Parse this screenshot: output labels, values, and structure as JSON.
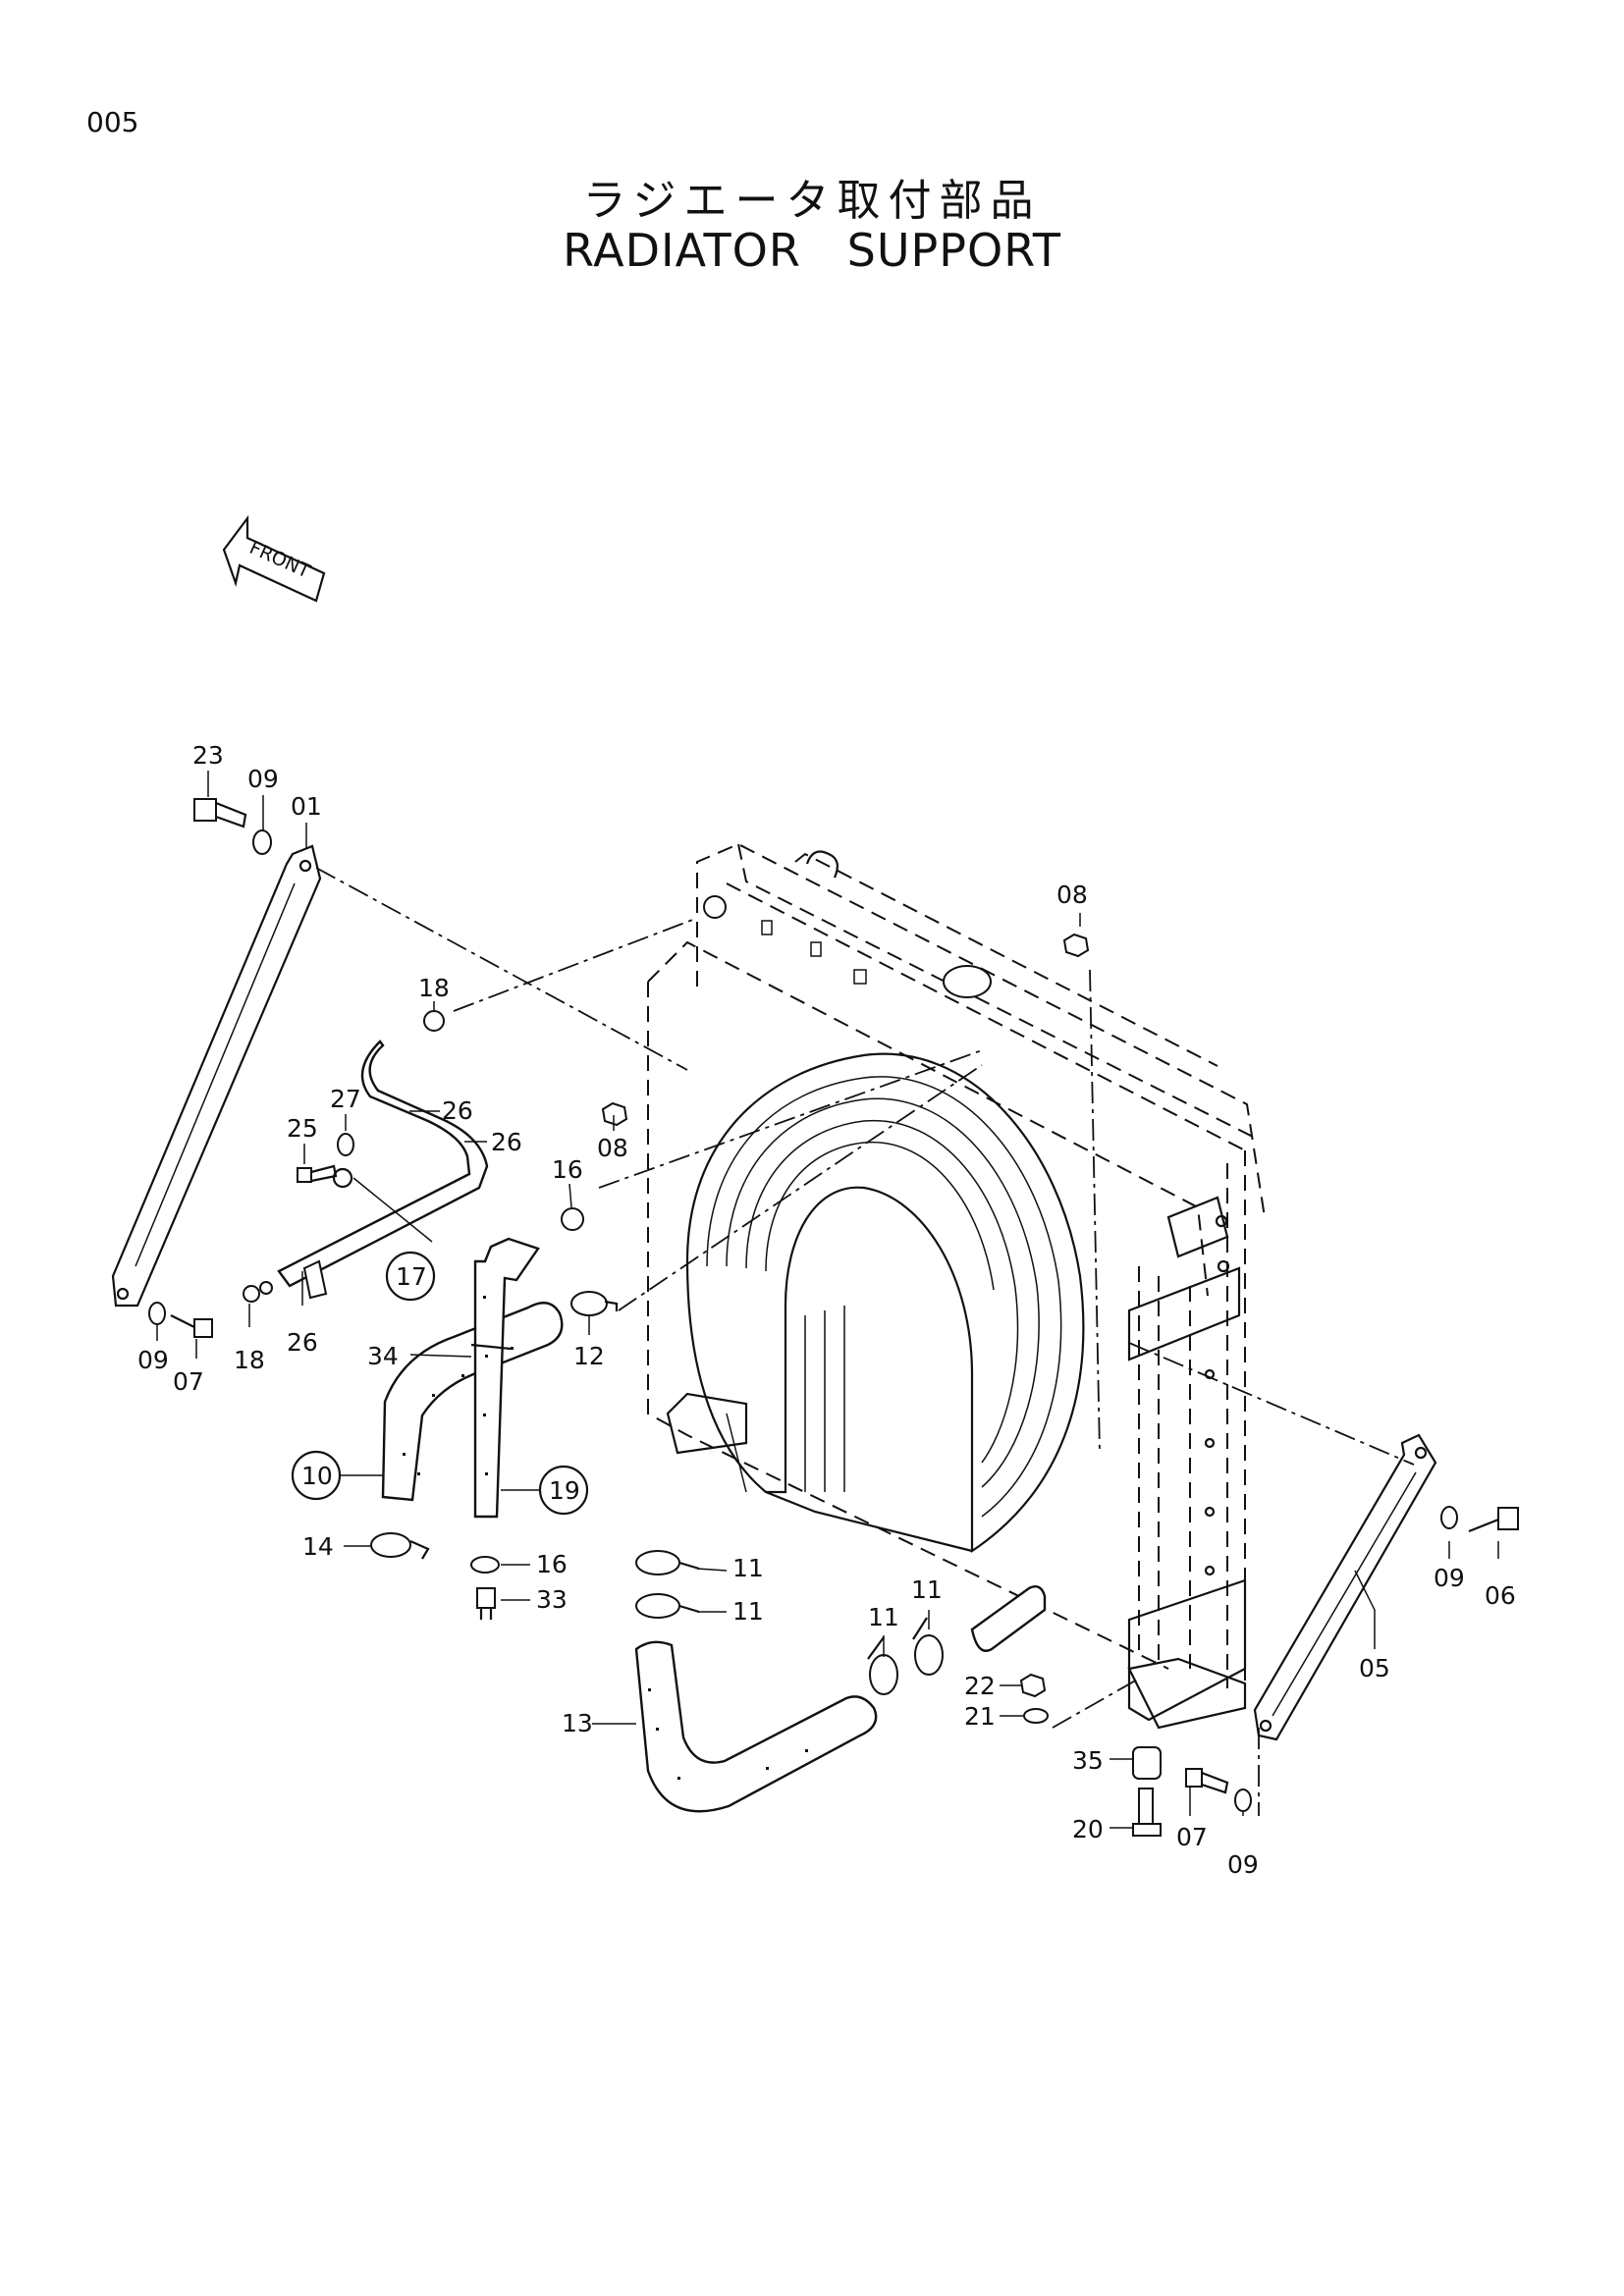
{
  "page_number": "005",
  "title_jp": "ラジエータ取付部品",
  "title_en": "RADIATOR   SUPPORT",
  "front_marker": "FRONT",
  "callouts": {
    "c01": "01",
    "c05": "05",
    "c06": "06",
    "c07a": "07",
    "c07b": "07",
    "c08a": "08",
    "c08b": "08",
    "c09a": "09",
    "c09b": "09",
    "c09c": "09",
    "c09d": "09",
    "c10": "10",
    "c11a": "11",
    "c11b": "11",
    "c11c": "11",
    "c11d": "11",
    "c12": "12",
    "c13": "13",
    "c14": "14",
    "c16a": "16",
    "c16b": "16",
    "c17": "17",
    "c18a": "18",
    "c18b": "18",
    "c19": "19",
    "c20": "20",
    "c21": "21",
    "c22": "22",
    "c23": "23",
    "c25": "25",
    "c26a": "26",
    "c26b": "26",
    "c26c": "26",
    "c27": "27",
    "c33": "33",
    "c34": "34",
    "c35": "35"
  }
}
